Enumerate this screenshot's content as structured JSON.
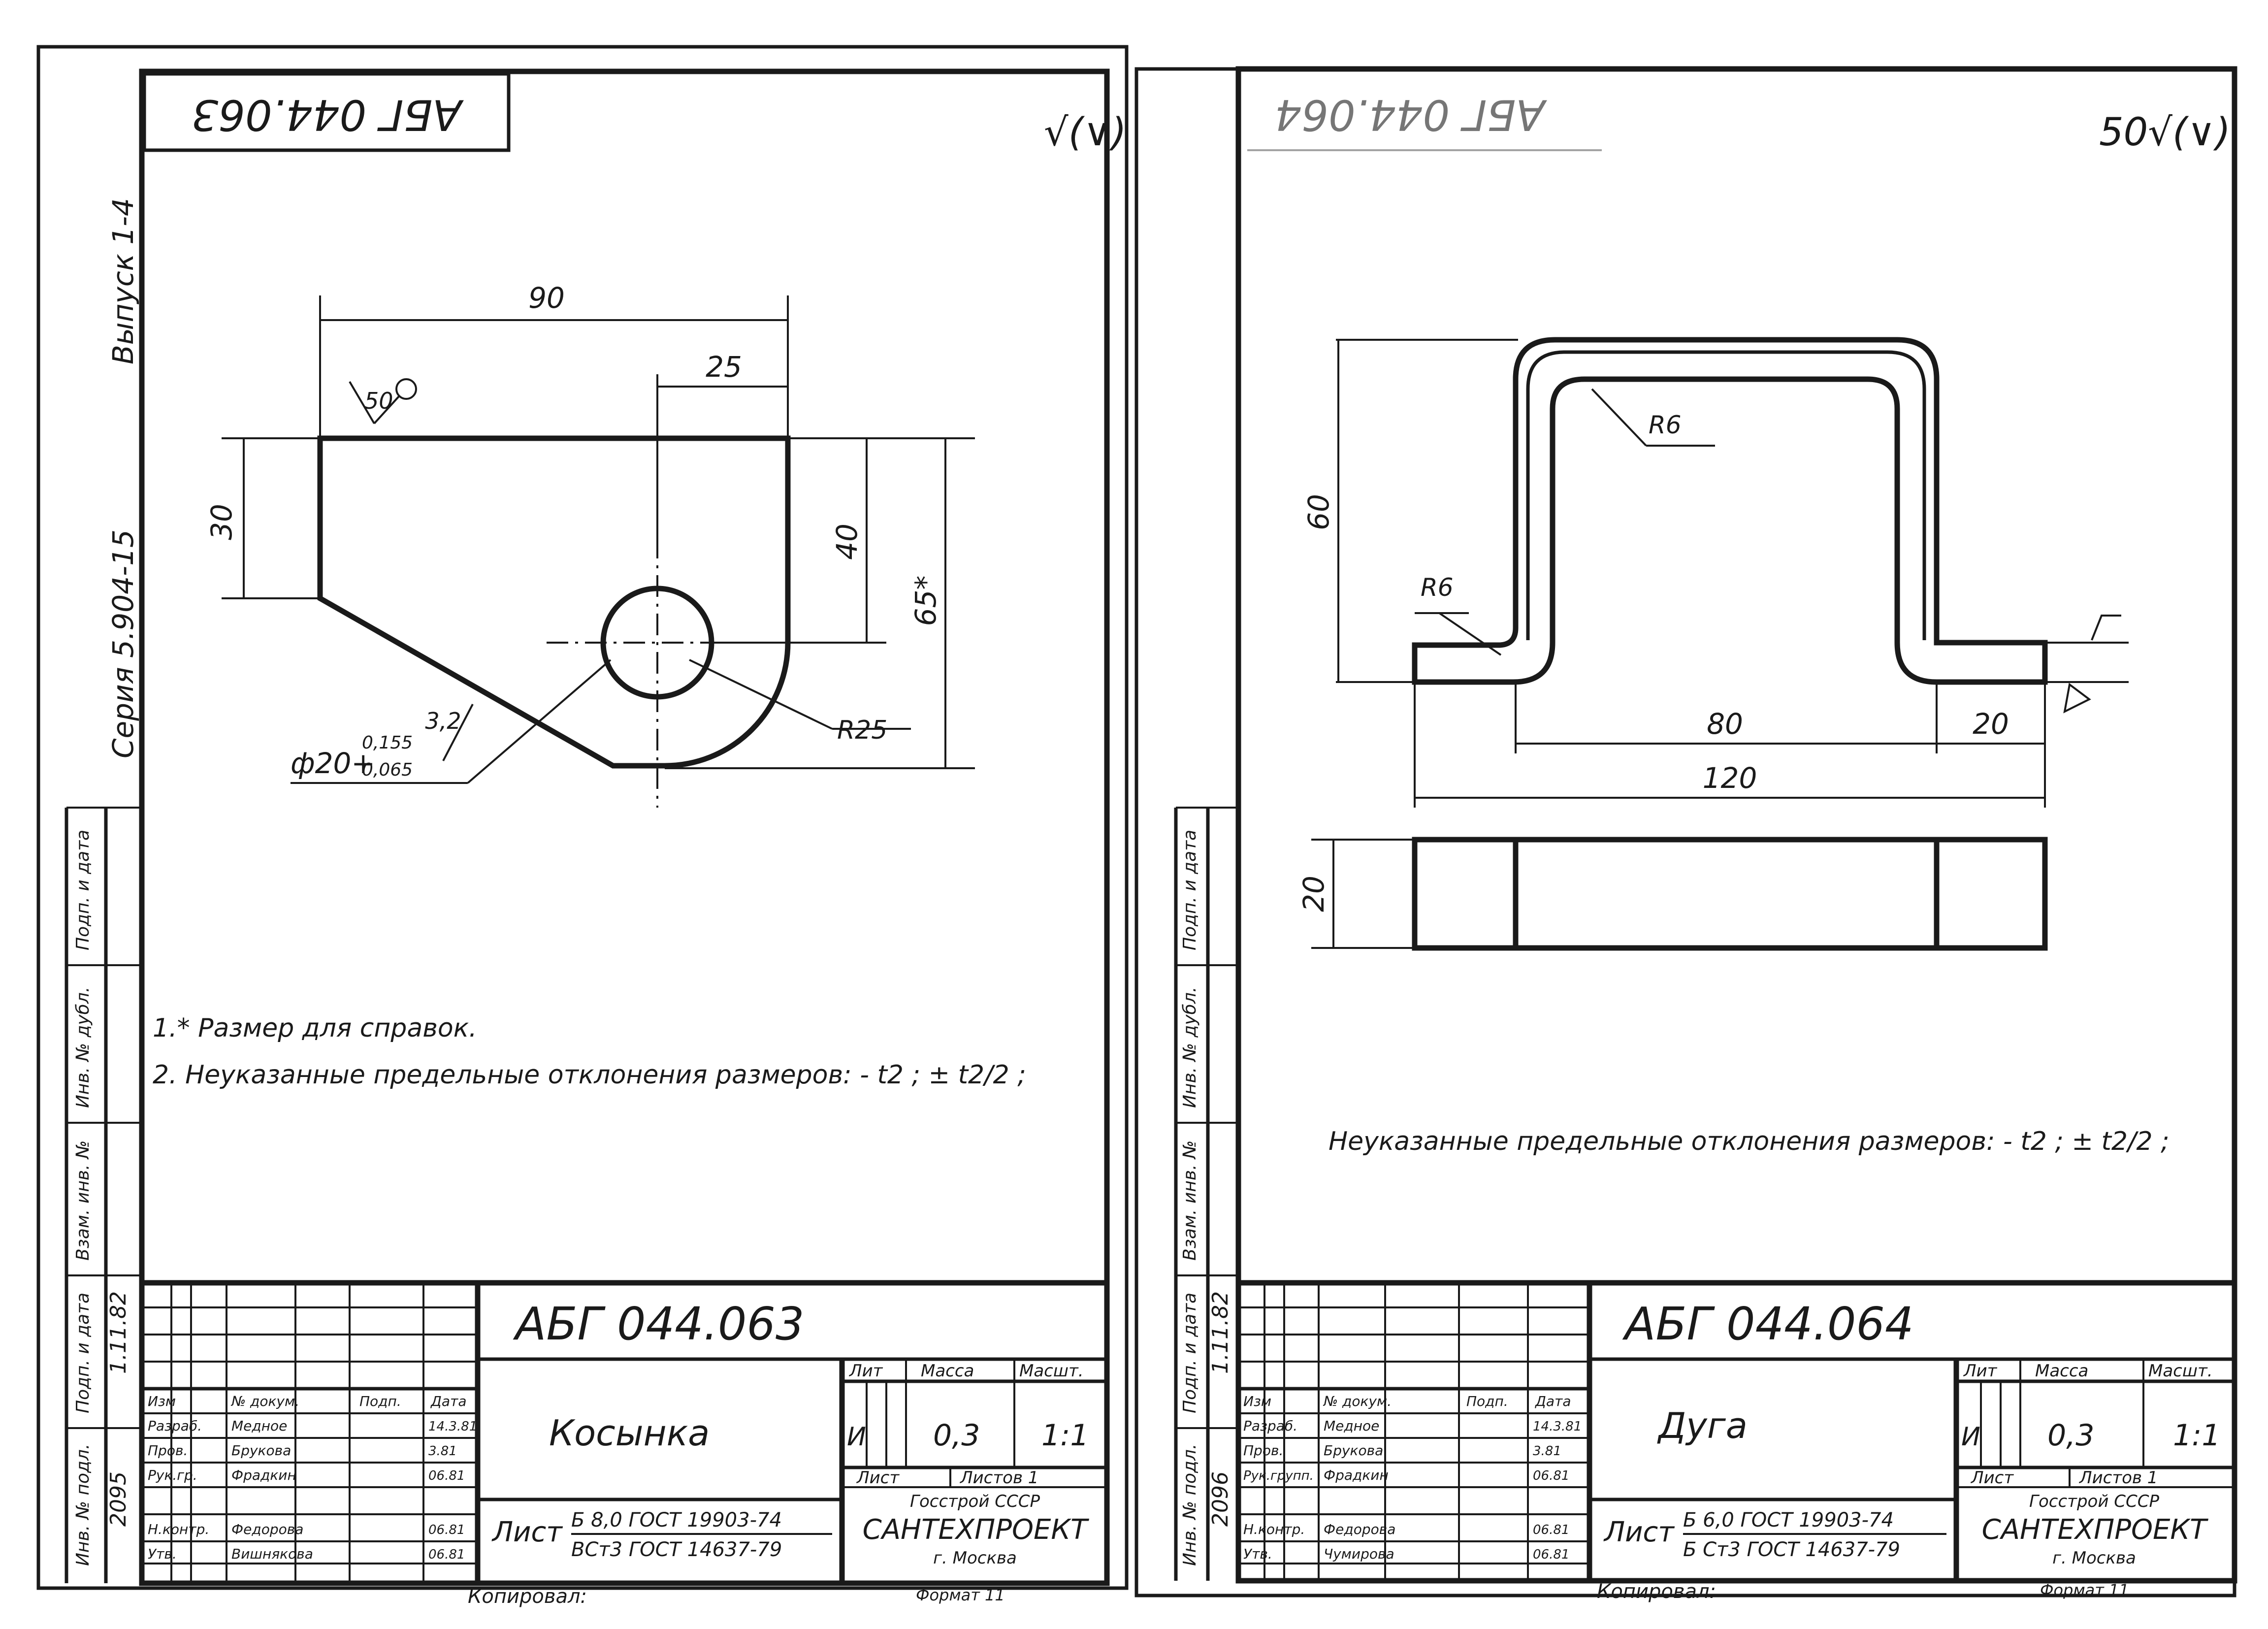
{
  "left": {
    "doc_code_top": "АБГ 044.063",
    "roughness": "√(∨)",
    "side_series": "Серия 5.904-15",
    "side_issue": "Выпуск 1-4",
    "dims": {
      "d90": "90",
      "d25": "25",
      "d30": "30",
      "d40": "40",
      "d65": "65*",
      "d3_2": "3,2",
      "r25": "R25",
      "hole": "ф20+",
      "hole_tol_top": "0,155",
      "hole_tol_bot": "0,065",
      "rough50": "50"
    },
    "notes": [
      "1.* Размер для справок.",
      "2. Неуказанные предельные отклонения размеров: - t2 ; ± t2/2 ;"
    ],
    "title": {
      "code": "АБГ 044.063",
      "name": "Косынка",
      "lit_h": "Лит",
      "mass_h": "Масса",
      "scale_h": "Масшт.",
      "lit": "И",
      "mass": "0,3",
      "scale": "1:1",
      "sheet_h": "Лист",
      "sheets_h": "Листов 1",
      "material_label": "Лист",
      "material_1": "Б 8,0 ГОСТ 19903-74",
      "material_2": "ВСт3 ГОСТ 14637-79",
      "org_1": "Госстрой СССР",
      "org_2": "САНТЕХПРОЕКТ",
      "org_3": "г. Москва",
      "roles": [
        "Изм",
        "Разраб.",
        "Пров.",
        "Рук.гр.",
        "Н.контр.",
        "Утв."
      ],
      "names": [
        "№ докум.",
        "Медное",
        "Брукова",
        "Фрадкин",
        "Федорова",
        "Вишнякова"
      ],
      "cols": [
        "Подп.",
        "Дата"
      ],
      "dates": [
        "",
        "14.3.81",
        "3.81",
        "06.81",
        "06.81",
        "06.81"
      ],
      "side_inv": "2095",
      "side_date": "1.11.82"
    },
    "footer_copy": "Копировал:",
    "footer_format": "Формат 11"
  },
  "right": {
    "doc_code_top": "АБГ 044.064",
    "roughness": "50√(∨)",
    "dims": {
      "d60": "60",
      "r6a": "R6",
      "r6b": "R6",
      "d80": "80",
      "d20a": "20",
      "d120": "120",
      "d20b": "20"
    },
    "note": "Неуказанные предельные отклонения размеров: - t2 ; ± t2/2 ;",
    "title": {
      "code": "АБГ 044.064",
      "name": "Дуга",
      "lit_h": "Лит",
      "mass_h": "Масса",
      "scale_h": "Масшт.",
      "lit": "И",
      "mass": "0,3",
      "scale": "1:1",
      "sheet_h": "Лист",
      "sheets_h": "Листов 1",
      "material_label": "Лист",
      "material_1": "Б 6,0 ГОСТ 19903-74",
      "material_2": "Б Ст3 ГОСТ 14637-79",
      "org_1": "Госстрой СССР",
      "org_2": "САНТЕХПРОЕКТ",
      "org_3": "г. Москва",
      "roles": [
        "Изм",
        "Разраб.",
        "Пров.",
        "Рук.групп.",
        "Н.контр.",
        "Утв."
      ],
      "names": [
        "№ докум.",
        "Медное",
        "Брукова",
        "Фрадкин",
        "Федорова",
        "Чумирова"
      ],
      "cols": [
        "Подп.",
        "Дата"
      ],
      "dates": [
        "",
        "14.3.81",
        "3.81",
        "06.81",
        "06.81",
        "06.81"
      ],
      "side_inv": "2096",
      "side_date": "1.11.82"
    },
    "footer_copy": "Копировал:",
    "footer_format": "Формат 11"
  },
  "side_stamp_labels": [
    "Инв. № подл.",
    "Подп. и дата",
    "Взам. инв. №",
    "Инв. № дубл.",
    "Подп. и дата"
  ]
}
